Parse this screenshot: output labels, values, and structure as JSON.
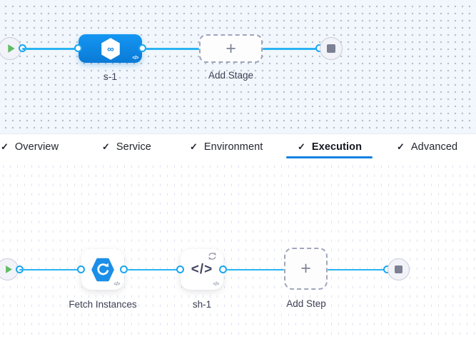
{
  "colors": {
    "canvas_top_bg": "#f1f7fc",
    "canvas_top_dot": "#b5bcc8",
    "canvas_bottom_dash": "#dce2f0",
    "connector_blue": "#2bb3f2",
    "port_ring_blue": "#19a6f0",
    "stage_blue": "#0d8ce4",
    "play_green": "#5fbc62",
    "tab_underline_blue": "#0d80e2",
    "stop_gray": "#7c8093"
  },
  "stage_graph": {
    "start_icon": "play-icon",
    "end_icon": "stop-square-icon",
    "stage": {
      "label": "s-1",
      "icon": "cd-hexagon-infinity-icon",
      "infinity": "∞",
      "code_badge": "</>"
    },
    "add_stage": {
      "label": "Add Stage",
      "plus": "+"
    }
  },
  "tabs": {
    "check": "✓",
    "items": [
      {
        "label": "Overview"
      },
      {
        "label": "Service"
      },
      {
        "label": "Environment"
      },
      {
        "label": "Execution",
        "active": true
      },
      {
        "label": "Advanced"
      }
    ]
  },
  "execution_graph": {
    "start_icon": "play-icon",
    "end_icon": "stop-square-icon",
    "fetch_step": {
      "label": "Fetch Instances",
      "icon": "fetch-instances-icon",
      "code_badge": "</>"
    },
    "shell_step": {
      "label": "sh-1",
      "glyph": "</>",
      "loop_icon": "loop-strategy-icon",
      "code_badge": "</>"
    },
    "add_step": {
      "label": "Add Step",
      "plus": "+"
    }
  }
}
